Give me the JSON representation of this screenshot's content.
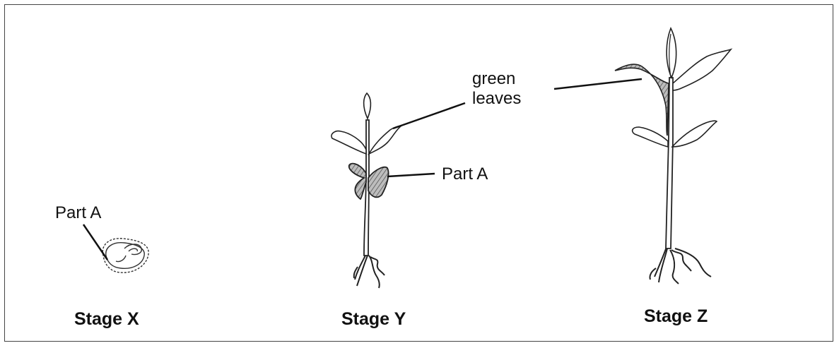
{
  "labels": {
    "part_a": "Part A",
    "green_leaves_line1": "green",
    "green_leaves_line2": "leaves"
  },
  "stages": {
    "x": "Stage X",
    "y": "Stage Y",
    "z": "Stage Z"
  }
}
